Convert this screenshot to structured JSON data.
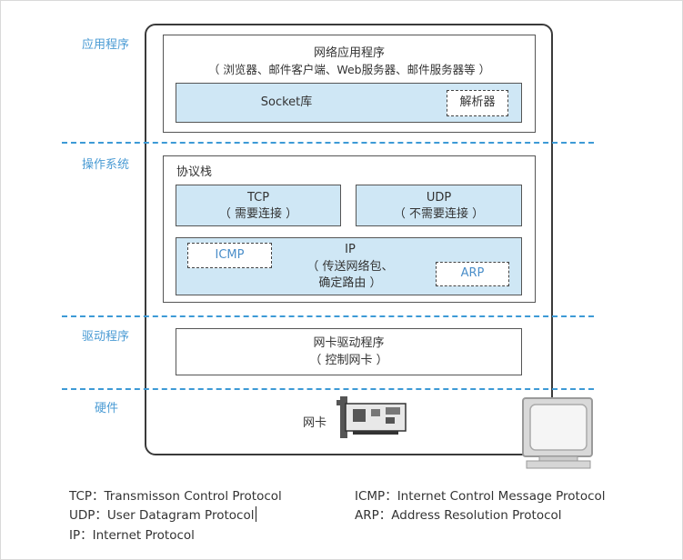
{
  "layers": {
    "application": "应用程序",
    "os": "操作系统",
    "driver": "驱动程序",
    "hardware": "硬件"
  },
  "app_box": {
    "title": "网络应用程序",
    "subtitle": "（ 浏览器、邮件客户端、Web服务器、邮件服务器等 ）",
    "socket_label": "Socket库",
    "resolver_label": "解析器"
  },
  "stack": {
    "title": "协议栈",
    "tcp_label": "TCP",
    "tcp_desc": "（ 需要连接 ）",
    "udp_label": "UDP",
    "udp_desc": "（ 不需要连接 ）",
    "ip_label": "IP",
    "ip_desc_1": "（ 传送网络包、",
    "ip_desc_2": "确定路由 ）",
    "icmp_label": "ICMP",
    "arp_label": "ARP"
  },
  "driver_box": {
    "title": "网卡驱动程序",
    "subtitle": "（ 控制网卡 ）"
  },
  "hardware": {
    "nic_label": "网卡"
  },
  "legend": [
    "TCP：Transmisson Control Protocol",
    "UDP：User Datagram Protocol",
    "IP：Internet Protocol",
    "ICMP：Internet Control Message Protocol",
    "ARP：Address Resolution Protocol"
  ],
  "colors": {
    "layer_label": "#4a9bd4",
    "divider": "#3d9ad6",
    "blue_fill": "#cfe7f5"
  }
}
